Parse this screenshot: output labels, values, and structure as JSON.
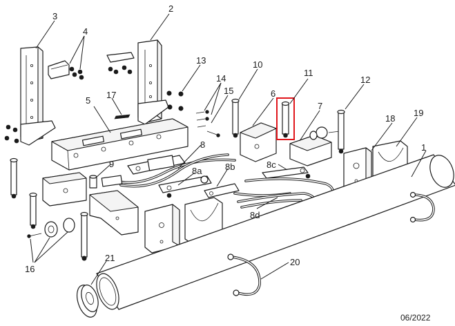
{
  "callouts": {
    "c1": "1",
    "c2": "2",
    "c3": "3",
    "c4": "4",
    "c5": "5",
    "c6": "6",
    "c7": "7",
    "c8": "8",
    "c8a": "8a",
    "c8b": "8b",
    "c8c": "8c",
    "c8d": "8d",
    "c9": "9",
    "c10": "10",
    "c11": "11",
    "c12": "12",
    "c13": "13",
    "c14": "14",
    "c15": "15",
    "c16": "16",
    "c17": "17",
    "c18": "18",
    "c19": "19",
    "c20": "20",
    "c21": "21"
  },
  "date_stamp": "06/2022",
  "highlighted_callout": "11",
  "colors": {
    "highlight": "#e0151b",
    "line": "#1a1a1a",
    "background": "#ffffff"
  }
}
